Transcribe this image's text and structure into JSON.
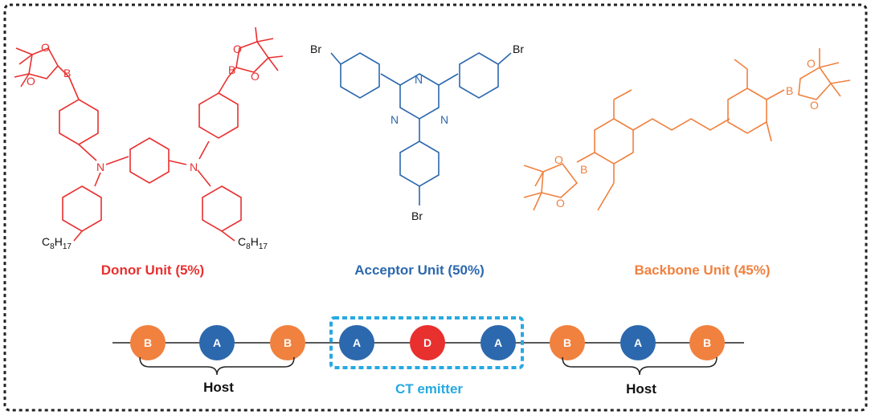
{
  "colors": {
    "donor": "#e8302f",
    "acceptor": "#2c68ad",
    "backbone": "#f0813f",
    "ct": "#27a9e1",
    "frame": "#222222",
    "text": "#111111"
  },
  "donor": {
    "caption": "Donor Unit (5%)",
    "atoms": {
      "b_left": "B",
      "b_right": "B",
      "o1": "O",
      "o2": "O",
      "o3": "O",
      "o4": "O",
      "n_left": "N",
      "n_right": "N"
    },
    "alkyl_left": {
      "c": "C",
      "c_sub": "8",
      "h": "H",
      "h_sub": "17"
    },
    "alkyl_right": {
      "c": "C",
      "c_sub": "8",
      "h": "H",
      "h_sub": "17"
    }
  },
  "acceptor": {
    "caption": "Acceptor Unit (50%)",
    "atoms": {
      "br1": "Br",
      "br2": "Br",
      "br3": "Br",
      "n1": "N",
      "n2": "N",
      "n3": "N"
    }
  },
  "backbone": {
    "caption": "Backbone Unit (45%)",
    "atoms": {
      "b1": "B",
      "b2": "B",
      "o1": "O",
      "o2": "O",
      "o3": "O",
      "o4": "O"
    }
  },
  "chain": {
    "beads": [
      {
        "label": "B",
        "type": "backbone"
      },
      {
        "label": "A",
        "type": "acceptor"
      },
      {
        "label": "B",
        "type": "backbone"
      },
      {
        "label": "A",
        "type": "acceptor"
      },
      {
        "label": "D",
        "type": "donor"
      },
      {
        "label": "A",
        "type": "acceptor"
      },
      {
        "label": "B",
        "type": "backbone"
      },
      {
        "label": "A",
        "type": "acceptor"
      },
      {
        "label": "B",
        "type": "backbone"
      }
    ],
    "host_left": "Host",
    "host_right": "Host",
    "ct_label": "CT emitter"
  }
}
